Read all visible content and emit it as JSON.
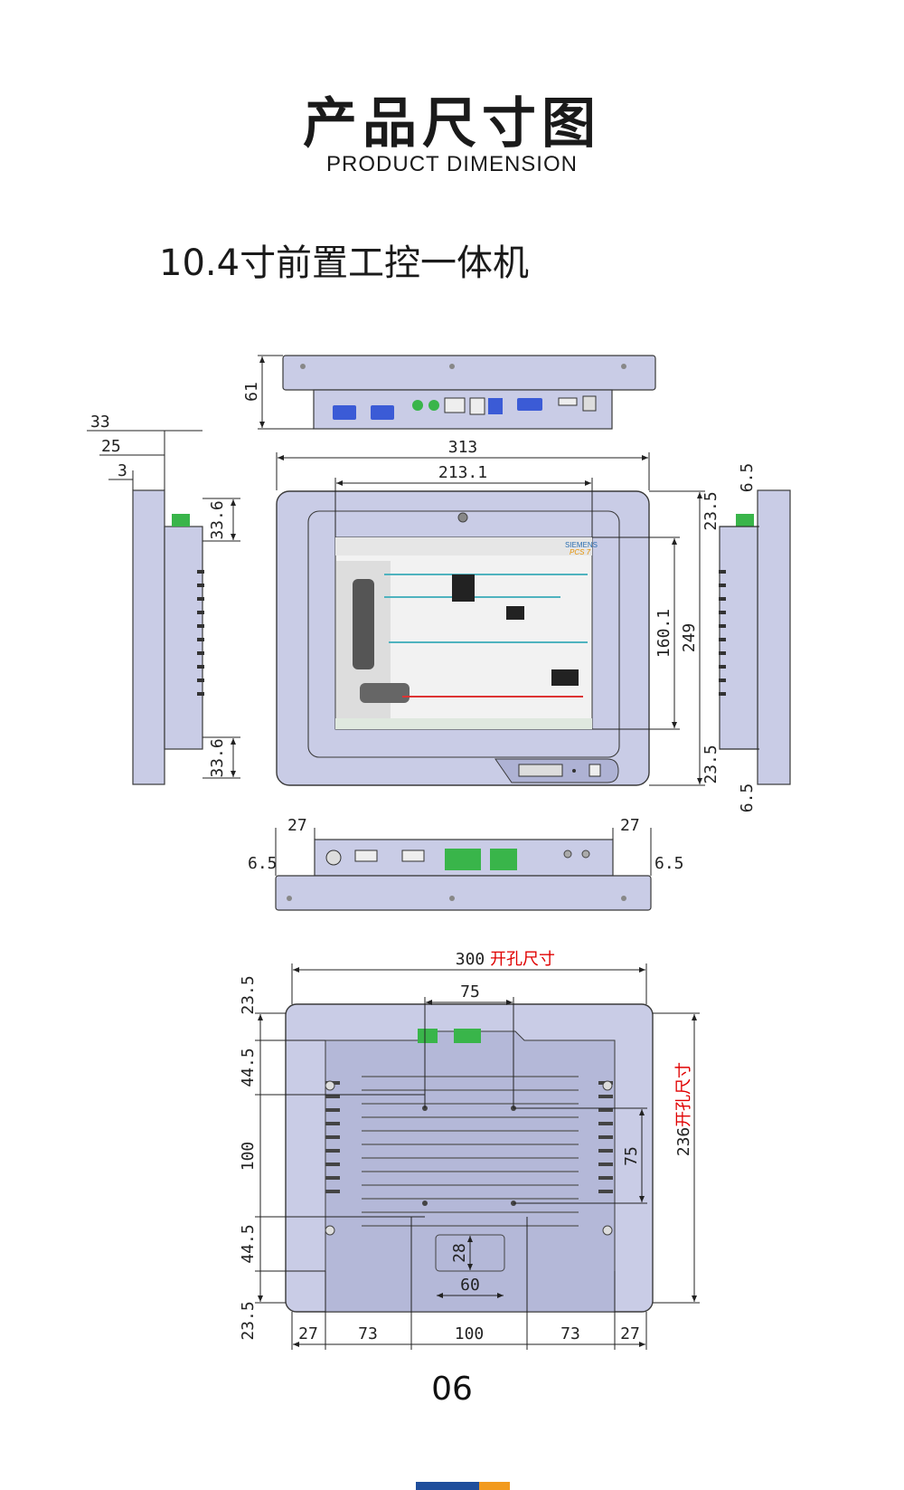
{
  "header": {
    "title_cn": "产品尺寸图",
    "title_en": "PRODUCT DIMENSION"
  },
  "model": "10.4寸前置工控一体机",
  "brand_on_screen": {
    "line1": "SIEMENS",
    "line2": "PCS 7"
  },
  "dims": {
    "top_height": "61",
    "left_33": "33",
    "left_25": "25",
    "left_3": "3",
    "left_top_336": "33.6",
    "left_bot_336": "33.6",
    "front_width": "313",
    "front_screen_width": "213.1",
    "front_screen_height": "160.1",
    "front_height": "249",
    "right_65_top": "6.5",
    "right_235_top": "23.5",
    "right_235_bot": "23.5",
    "right_65_bot": "6.5",
    "bottom_27_left": "27",
    "bottom_27_right": "27",
    "bottom_65_left": "6.5",
    "bottom_65_right": "6.5",
    "rear_width": "300",
    "cutout_label": "开孔尺寸",
    "rear_75_top": "75",
    "rear_235_top": "23.5",
    "rear_445_top": "44.5",
    "rear_100": "100",
    "rear_445_bot": "44.5",
    "rear_235_bot": "23.5",
    "rear_75_right": "75",
    "rear_236": "236",
    "cutout_label_v": "开孔尺寸",
    "rear_28": "28",
    "rear_60": "60",
    "rear_b27_left": "27",
    "rear_b73_left": "73",
    "rear_b100": "100",
    "rear_b73_right": "73",
    "rear_b27_right": "27"
  },
  "colors": {
    "panel": "#c9cce6",
    "panel_dark": "#aeb2d4",
    "edge": "#3a3a3a",
    "green": "#39b54a",
    "blue_port": "#3b5bd6"
  },
  "footer": {
    "page": "06"
  }
}
